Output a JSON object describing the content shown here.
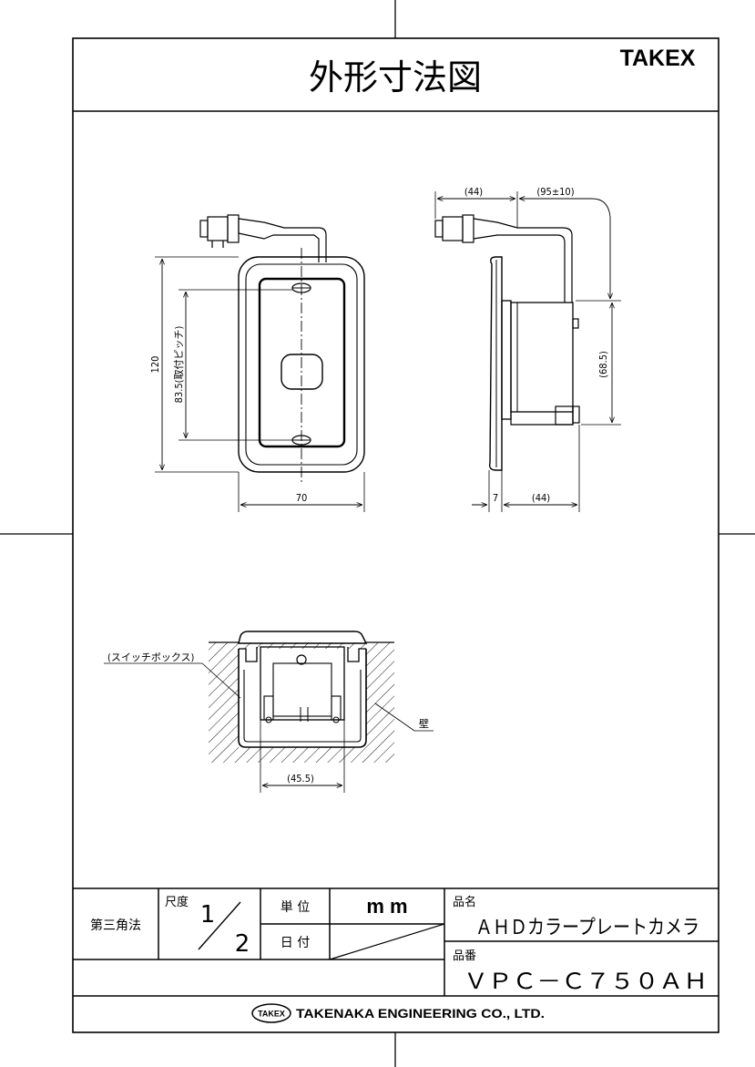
{
  "header": {
    "title": "外形寸法図",
    "brand": "TAKEX"
  },
  "front_view": {
    "dim_height": "120",
    "dim_pitch": "83.5(取付ピッチ)",
    "dim_width": "70"
  },
  "side_view": {
    "dim_top_left": "(44)",
    "dim_cable": "(95±10)",
    "dim_height": "(68.5)",
    "dim_plate": "7",
    "dim_depth": "(44)"
  },
  "install_view": {
    "label_box": "(スイッチボックス)",
    "label_wall": "壁",
    "dim_width": "(45.5)"
  },
  "title_block": {
    "projection": "第三角法",
    "scale_label": "尺度",
    "scale_num": "1",
    "scale_den": "2",
    "unit_label": "単 位",
    "unit_value": "m m",
    "date_label": "日 付",
    "product_name_label": "品名",
    "product_name": "ＡＨＤカラープレートカメラ",
    "product_no_label": "品番",
    "product_no": "ＶＰＣ－Ｃ７５０ＡＨ",
    "company_logo": "TAKEX",
    "company": "TAKENAKA ENGINEERING CO., LTD."
  }
}
